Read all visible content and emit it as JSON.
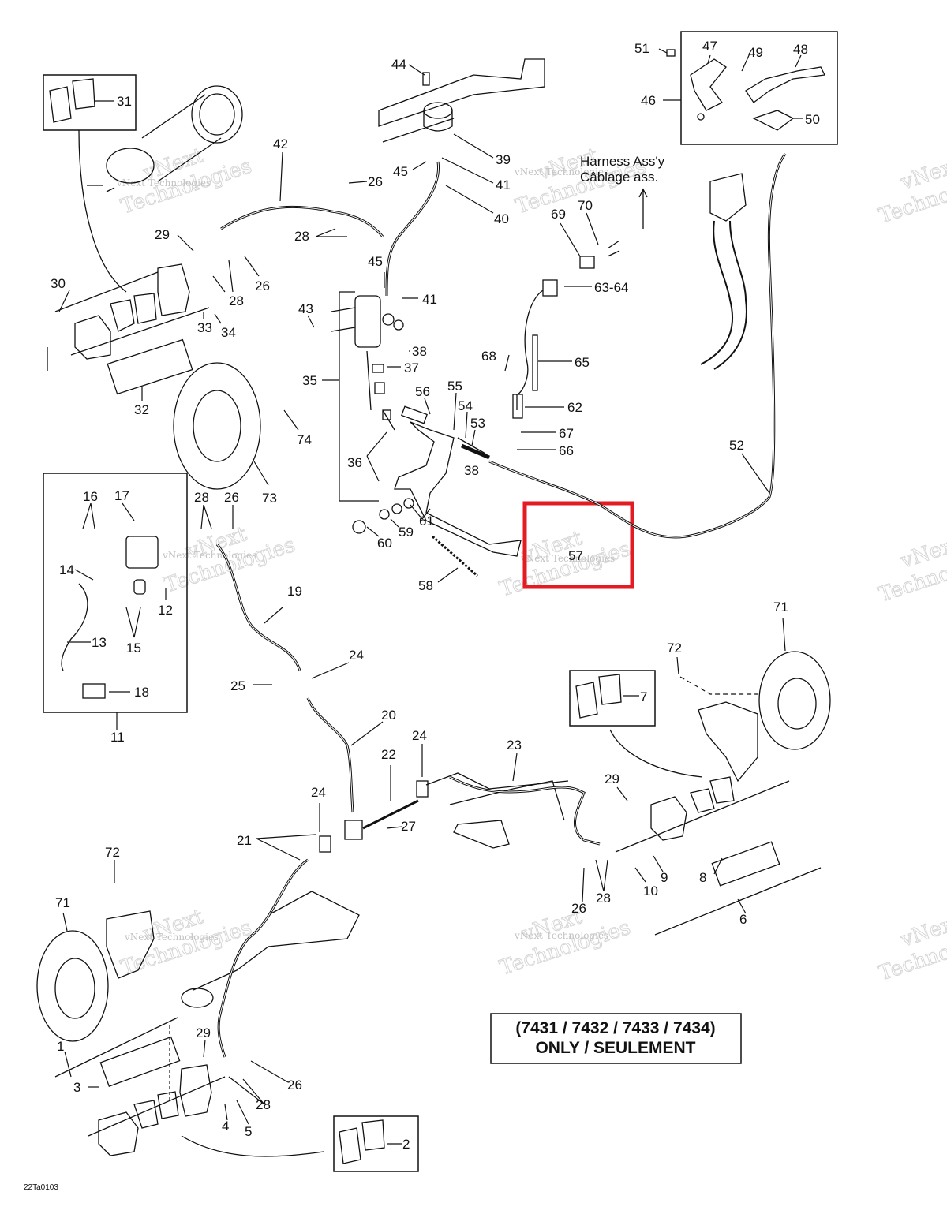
{
  "harness": {
    "line1": "Harness Ass'y",
    "line2": "Câblage ass."
  },
  "note": {
    "line1": "(7431 / 7432 / 7433 / 7434)",
    "line2": "ONLY / SEULEMENT"
  },
  "figure_code": "22Ta0103",
  "watermark": {
    "line1": "vNext",
    "line2": "Technologies",
    "small": "vNext Technologies"
  },
  "highlight_color": "#e31b23",
  "callouts": [
    {
      "id": "c44",
      "text": "44"
    },
    {
      "id": "c39",
      "text": "39"
    },
    {
      "id": "c45a",
      "text": "45"
    },
    {
      "id": "c41a",
      "text": "41"
    },
    {
      "id": "c40",
      "text": "40"
    },
    {
      "id": "c26a",
      "text": "26"
    },
    {
      "id": "c42",
      "text": "42"
    },
    {
      "id": "c31",
      "text": "31"
    },
    {
      "id": "c28a",
      "text": "28"
    },
    {
      "id": "c29a",
      "text": "29"
    },
    {
      "id": "c28b",
      "text": "28"
    },
    {
      "id": "c26b",
      "text": "26"
    },
    {
      "id": "c30",
      "text": "30"
    },
    {
      "id": "c33",
      "text": "33"
    },
    {
      "id": "c34",
      "text": "34"
    },
    {
      "id": "c32",
      "text": "32"
    },
    {
      "id": "c74",
      "text": "74"
    },
    {
      "id": "c73",
      "text": "73"
    },
    {
      "id": "c45b",
      "text": "45"
    },
    {
      "id": "c41b",
      "text": "41"
    },
    {
      "id": "c43",
      "text": "43"
    },
    {
      "id": "c38a",
      "text": "38"
    },
    {
      "id": "c37",
      "text": "37"
    },
    {
      "id": "c35",
      "text": "35"
    },
    {
      "id": "c56",
      "text": "56"
    },
    {
      "id": "c55",
      "text": "55"
    },
    {
      "id": "c54",
      "text": "54"
    },
    {
      "id": "c53",
      "text": "53"
    },
    {
      "id": "c36",
      "text": "36"
    },
    {
      "id": "c38b",
      "text": "38"
    },
    {
      "id": "c61",
      "text": "61"
    },
    {
      "id": "c59",
      "text": "59"
    },
    {
      "id": "c60",
      "text": "60"
    },
    {
      "id": "c58",
      "text": "58"
    },
    {
      "id": "c57",
      "text": "57"
    },
    {
      "id": "c51",
      "text": "51"
    },
    {
      "id": "c47",
      "text": "47"
    },
    {
      "id": "c49",
      "text": "49"
    },
    {
      "id": "c48",
      "text": "48"
    },
    {
      "id": "c46",
      "text": "46"
    },
    {
      "id": "c50",
      "text": "50"
    },
    {
      "id": "c69",
      "text": "69"
    },
    {
      "id": "c70",
      "text": "70"
    },
    {
      "id": "c6364",
      "text": "63-64"
    },
    {
      "id": "c68",
      "text": "68"
    },
    {
      "id": "c65",
      "text": "65"
    },
    {
      "id": "c62",
      "text": "62"
    },
    {
      "id": "c67",
      "text": "67"
    },
    {
      "id": "c66",
      "text": "66"
    },
    {
      "id": "c52",
      "text": "52"
    },
    {
      "id": "c16",
      "text": "16"
    },
    {
      "id": "c17",
      "text": "17"
    },
    {
      "id": "c28c",
      "text": "28"
    },
    {
      "id": "c26c",
      "text": "26"
    },
    {
      "id": "c14",
      "text": "14"
    },
    {
      "id": "c12",
      "text": "12"
    },
    {
      "id": "c15",
      "text": "15"
    },
    {
      "id": "c13",
      "text": "13"
    },
    {
      "id": "c18",
      "text": "18"
    },
    {
      "id": "c11",
      "text": "11"
    },
    {
      "id": "c19",
      "text": "19"
    },
    {
      "id": "c24a",
      "text": "24"
    },
    {
      "id": "c25",
      "text": "25"
    },
    {
      "id": "c20",
      "text": "20"
    },
    {
      "id": "c71a",
      "text": "71"
    },
    {
      "id": "c72a",
      "text": "72"
    },
    {
      "id": "c7",
      "text": "7"
    },
    {
      "id": "c22",
      "text": "22"
    },
    {
      "id": "c24b",
      "text": "24"
    },
    {
      "id": "c23",
      "text": "23"
    },
    {
      "id": "c29b",
      "text": "29"
    },
    {
      "id": "c24c",
      "text": "24"
    },
    {
      "id": "c27",
      "text": "27"
    },
    {
      "id": "c21",
      "text": "21"
    },
    {
      "id": "c9",
      "text": "9"
    },
    {
      "id": "c10",
      "text": "10"
    },
    {
      "id": "c8",
      "text": "8"
    },
    {
      "id": "c26d",
      "text": "26"
    },
    {
      "id": "c28d",
      "text": "28"
    },
    {
      "id": "c6",
      "text": "6"
    },
    {
      "id": "c72b",
      "text": "72"
    },
    {
      "id": "c71b",
      "text": "71"
    },
    {
      "id": "c29c",
      "text": "29"
    },
    {
      "id": "c1",
      "text": "1"
    },
    {
      "id": "c3",
      "text": "3"
    },
    {
      "id": "c26e",
      "text": "26"
    },
    {
      "id": "c28e",
      "text": "28"
    },
    {
      "id": "c4",
      "text": "4"
    },
    {
      "id": "c5",
      "text": "5"
    },
    {
      "id": "c2",
      "text": "2"
    }
  ]
}
